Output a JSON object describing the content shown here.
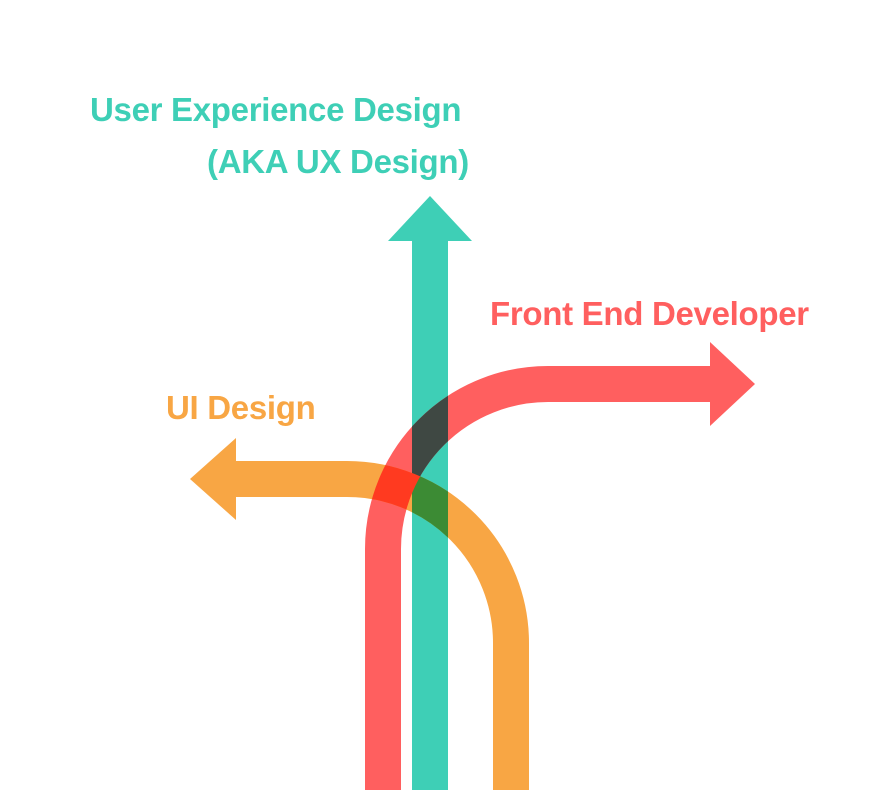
{
  "labels": {
    "ux_line1": "User Experience Design",
    "ux_line2": "(AKA UX Design)",
    "front_end": "Front End Developer",
    "ui_design": "UI Design"
  },
  "colors": {
    "ux": "#3ecfb6",
    "front_end": "#ff5f5f",
    "ui": "#f8a644",
    "overlap_ux_fe": "#3f4843",
    "overlap_fe_ui": "#ff3a20",
    "overlap_ux_ui": "#3c8b34"
  },
  "arrows": [
    {
      "name": "ux-design",
      "direction": "up"
    },
    {
      "name": "front-end-developer",
      "direction": "right"
    },
    {
      "name": "ui-design",
      "direction": "left"
    }
  ]
}
